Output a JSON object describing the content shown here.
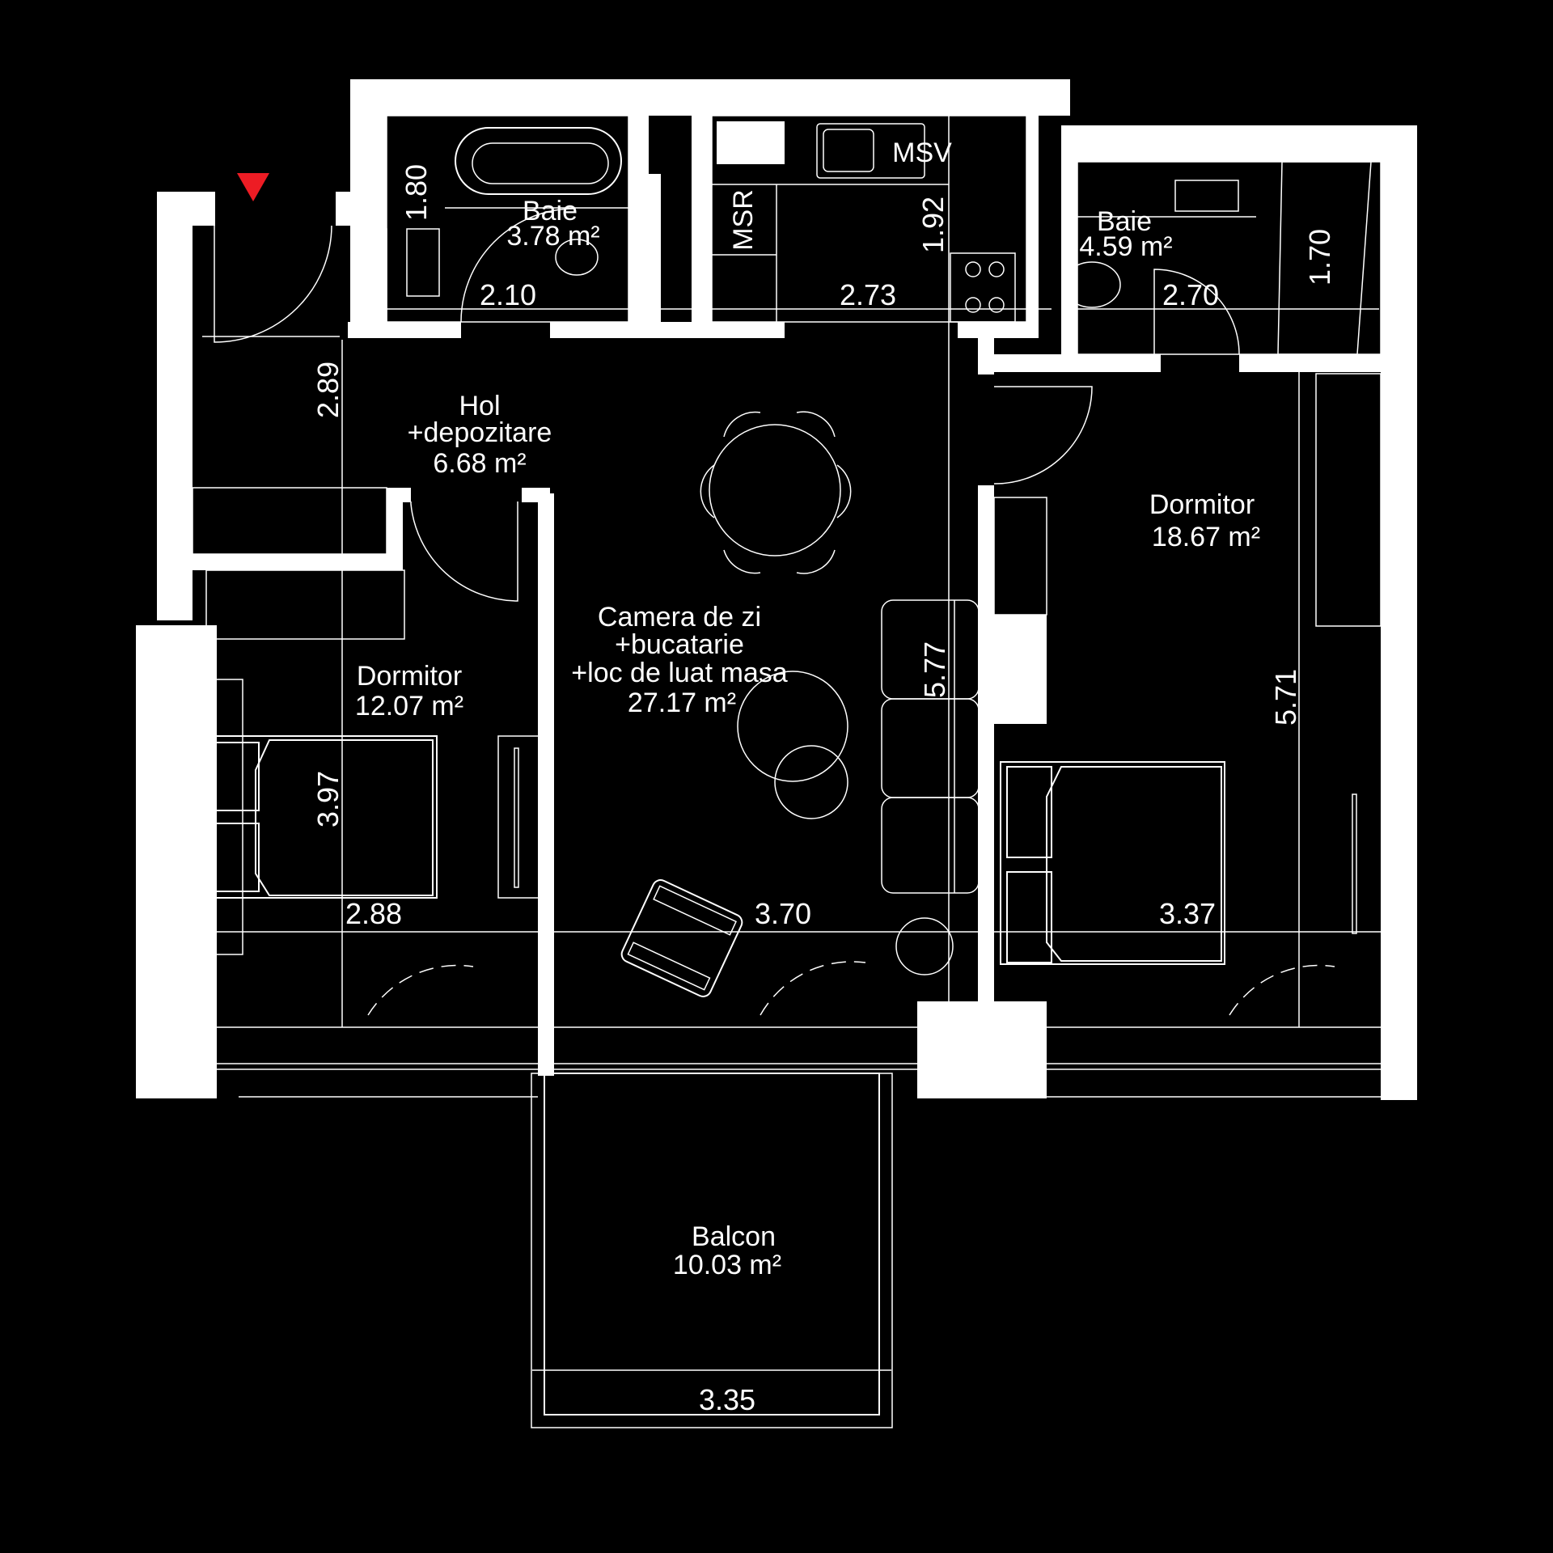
{
  "plan": {
    "background": "#000000",
    "line_color": "#ffffff",
    "entrance_marker_color": "#ed1c24",
    "rooms": [
      {
        "id": "baie-1",
        "name": "Baie",
        "area": "3.78 m²",
        "dims": {
          "width": "2.10",
          "length": "1.80"
        }
      },
      {
        "id": "bucatarie-niche",
        "name": "",
        "area": "",
        "dims": {
          "width": "2.73",
          "length": "1.92"
        },
        "labels": [
          "MSR",
          "MSV"
        ]
      },
      {
        "id": "baie-2",
        "name": "Baie",
        "area": "4.59 m²",
        "dims": {
          "width": "2.70",
          "length": "1.70"
        }
      },
      {
        "id": "hol",
        "name_lines": [
          "Hol",
          "+depozitare"
        ],
        "area": "6.68 m²",
        "dims": {
          "length": "2.89"
        }
      },
      {
        "id": "dormitor-1",
        "name": "Dormitor",
        "area": "12.07 m²",
        "dims": {
          "width": "2.88",
          "length": "3.97"
        }
      },
      {
        "id": "camera-de-zi",
        "name_lines": [
          "Camera de zi",
          "+bucatarie",
          "+loc de luat masa"
        ],
        "area": "27.17 m²",
        "dims": {
          "width": "3.70",
          "length": "5.77"
        }
      },
      {
        "id": "dormitor-2",
        "name": "Dormitor",
        "area": "18.67 m²",
        "dims": {
          "width": "3.37",
          "length": "5.71"
        }
      },
      {
        "id": "balcon",
        "name": "Balcon",
        "area": "10.03 m²",
        "dims": {
          "width": "3.35"
        }
      }
    ],
    "appliance_labels": {
      "fridge": "MSR",
      "dishwasher": "MSV",
      "oven_mark": "***"
    }
  }
}
